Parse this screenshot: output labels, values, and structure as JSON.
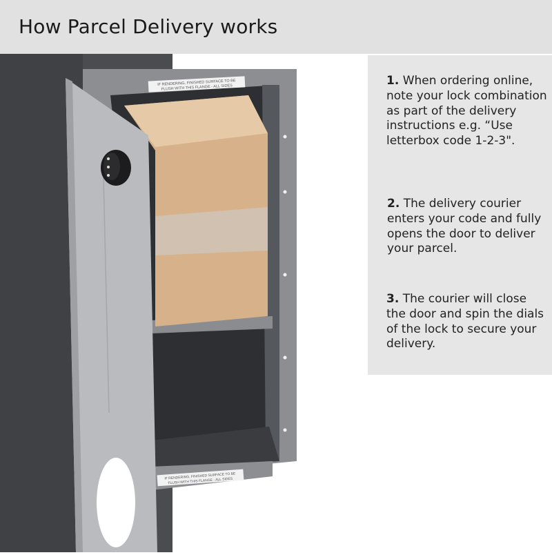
{
  "header": {
    "title": "How Parcel Delivery works"
  },
  "illustration": {
    "flange_label_top": [
      "IF RENDERING, FINISHED SURFACE TO BE",
      "FLUSH WITH THIS FLANGE - ALL SIDES"
    ],
    "flange_label_bottom": [
      "IF RENDERING, FINISHED SURFACE TO BE",
      "FLUSH WITH THIS FLANGE - ALL SIDES"
    ],
    "colors": {
      "body": "#4a4c50",
      "door": "#b9bbbe",
      "parcel": "#d2ad86",
      "frame": "#8c8e92"
    }
  },
  "steps": [
    {
      "number": "1.",
      "text": "When ordering online, note your lock combination as part of the delivery instructions e.g. “Use letterbox code 1-2-3\"."
    },
    {
      "number": "2.",
      "text": "The delivery courier enters your code and fully opens the door to deliver your parcel."
    },
    {
      "number": "3.",
      "text": "The courier will close the door and spin the dials of the lock to secure your delivery."
    }
  ]
}
